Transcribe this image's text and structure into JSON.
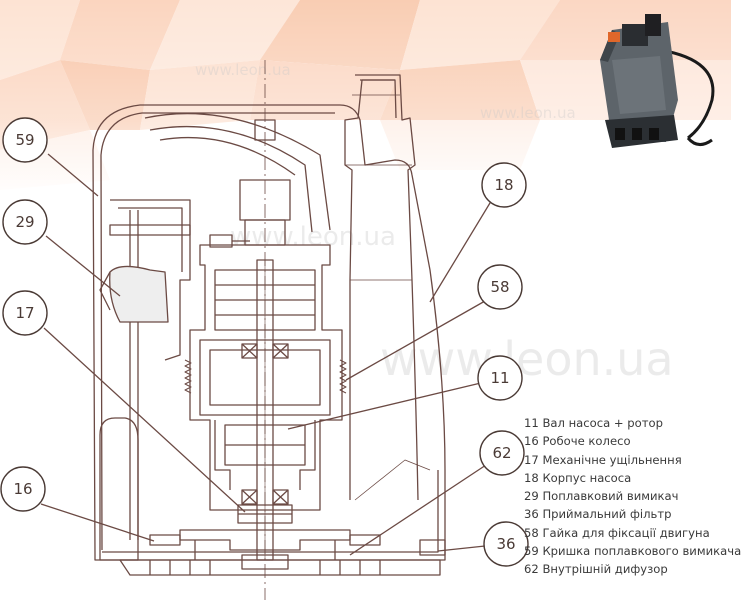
{
  "watermarks": [
    "www.leon.ua",
    "www.leon.ua",
    "www.leon.ua",
    "www.leon.ua"
  ],
  "callouts": [
    {
      "number": "59"
    },
    {
      "number": "29"
    },
    {
      "number": "17"
    },
    {
      "number": "16"
    },
    {
      "number": "18"
    },
    {
      "number": "58"
    },
    {
      "number": "11"
    },
    {
      "number": "62"
    },
    {
      "number": "36"
    }
  ],
  "legend": [
    {
      "text": "11 Вал насоса + ротор"
    },
    {
      "text": "16 Робоче колесо"
    },
    {
      "text": "17 Механічне ущільнення"
    },
    {
      "text": "18 Корпус насоса"
    },
    {
      "text": "29 Поплавковий вимикач"
    },
    {
      "text": "36 Приймальний фільтр"
    },
    {
      "text": "58 Гайка для фіксації двигуна"
    },
    {
      "text": "59 Кришка поплавкового вимикача"
    },
    {
      "text": "62 Внутрішній дифузор"
    }
  ],
  "colors": {
    "drawing": "#6b4a44",
    "bg_hex_light": "#fde6d6",
    "bg_hex_mid": "#fbd2b8",
    "bg_hex_dark": "#f6b898",
    "pump_body": "#5d646a",
    "pump_accent": "#e0672a"
  }
}
